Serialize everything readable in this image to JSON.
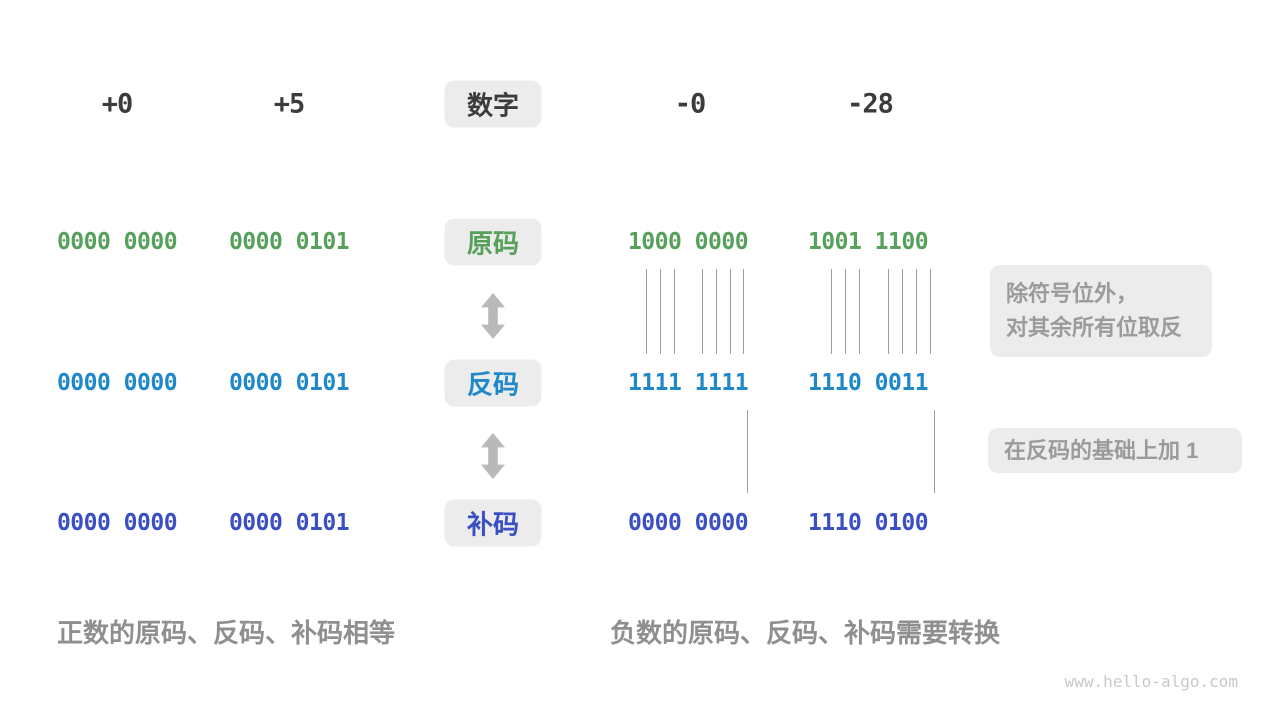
{
  "header": {
    "col1": "+0",
    "col2": "+5",
    "label": "数字",
    "col4": "-0",
    "col5": "-28"
  },
  "rows": [
    {
      "label": "原码",
      "color": "#57a05c",
      "values": [
        "0000 0000",
        "0000 0101",
        "1000 0000",
        "1001 1100"
      ]
    },
    {
      "label": "反码",
      "color": "#1e88c9",
      "values": [
        "0000 0000",
        "0000 0101",
        "1111 1111",
        "1110 0011"
      ]
    },
    {
      "label": "补码",
      "color": "#3b4fc5",
      "values": [
        "0000 0000",
        "0000 0101",
        "0000 0000",
        "1110 0100"
      ]
    }
  ],
  "annotations": {
    "flip_line1": "除符号位外，",
    "flip_line2": "对其余所有位取反",
    "add_one": "在反码的基础上加 1"
  },
  "captions": {
    "positive": "正数的原码、反码、补码相等",
    "negative": "负数的原码、反码、补码需要转换"
  },
  "watermark": "www.hello-algo.com",
  "icons": {
    "double_arrow": "up-down-double-arrow"
  },
  "colors": {
    "sign_magnitude": "#57a05c",
    "ones_complement": "#1e88c9",
    "twos_complement": "#3b4fc5",
    "box_background": "#ececec",
    "annotation_text": "#9b9b9b",
    "caption_text": "#8f8f8f",
    "header_text": "#3b3b3b",
    "arrow": "#b9b9b9"
  }
}
